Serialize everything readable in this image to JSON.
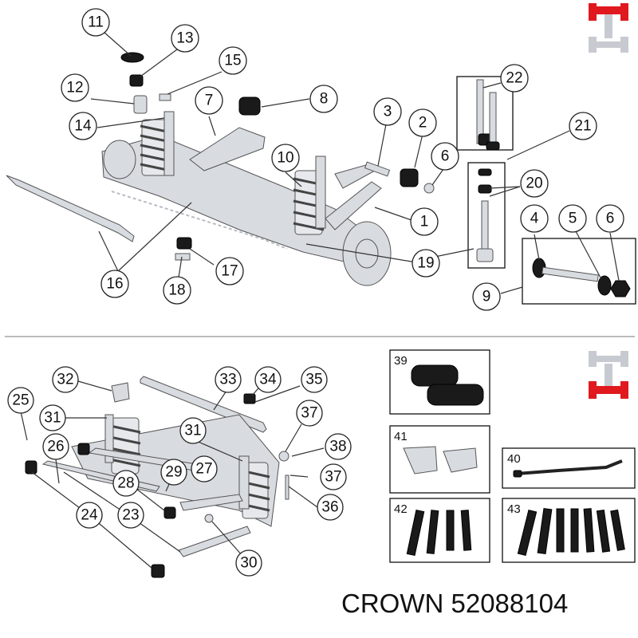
{
  "colors": {
    "accent_red": "#e0191f",
    "ghost_gray": "#c7cad0",
    "line": "#333333"
  },
  "front_callouts": [
    "11",
    "13",
    "15",
    "12",
    "7",
    "8",
    "14",
    "3",
    "2",
    "22",
    "21",
    "10",
    "6",
    "20",
    "4",
    "5",
    "6",
    "1",
    "16",
    "17",
    "18",
    "19",
    "9"
  ],
  "rear_callouts": [
    "32",
    "33",
    "34",
    "35",
    "25",
    "31",
    "26",
    "31",
    "37",
    "38",
    "27",
    "28",
    "29",
    "37",
    "24",
    "23",
    "36",
    "30"
  ],
  "kit_boxes": [
    "39",
    "41",
    "40",
    "42",
    "43"
  ],
  "footer": {
    "brand": "CROWN",
    "part_number": "52088104"
  },
  "icons": [
    "front-axle-indicator-icon",
    "rear-axle-indicator-icon"
  ]
}
